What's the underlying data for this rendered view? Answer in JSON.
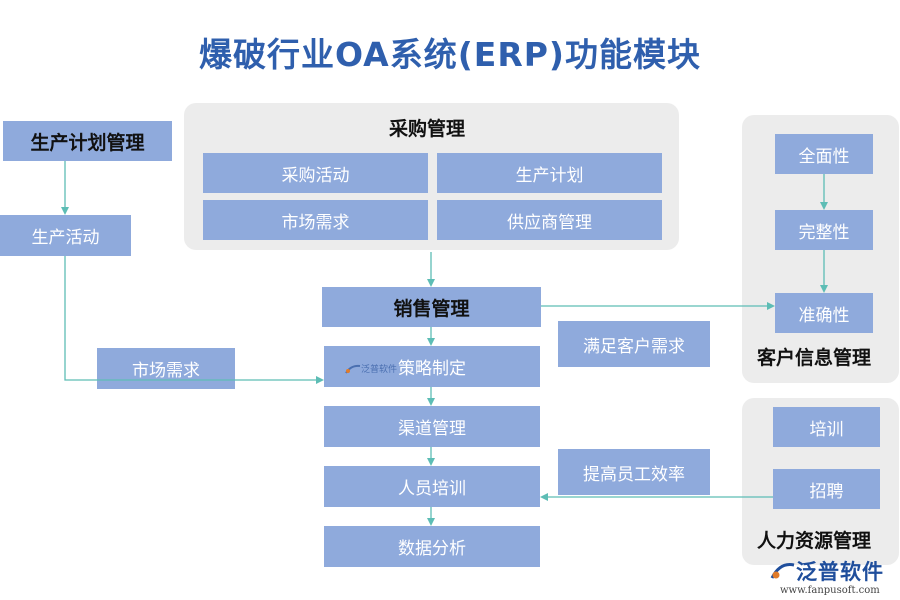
{
  "title": "爆破行业OA系统(ERP)功能模块",
  "procurement": {
    "header": "采购管理",
    "items": [
      "采购活动",
      "生产计划",
      "市场需求",
      "供应商管理"
    ]
  },
  "production": {
    "plan": "生产计划管理",
    "activity": "生产活动",
    "market": "市场需求"
  },
  "sales": {
    "header": "销售管理",
    "steps": [
      "策略制定",
      "渠道管理",
      "人员培训",
      "数据分析"
    ],
    "note_customer": "满足客户需求",
    "note_efficiency": "提高员工效率"
  },
  "customer_info": {
    "header": "客户信息管理",
    "items": [
      "全面性",
      "完整性",
      "准确性"
    ]
  },
  "hr": {
    "header": "人力资源管理",
    "items": [
      "培训",
      "招聘"
    ]
  },
  "watermark": {
    "brand": "泛普软件",
    "url": "www.fanpusoft.com",
    "small": "泛普软件"
  },
  "colors": {
    "box": "#8faadc",
    "panel": "#ececec",
    "title": "#2f5fad",
    "line": "#5dbdb5"
  }
}
